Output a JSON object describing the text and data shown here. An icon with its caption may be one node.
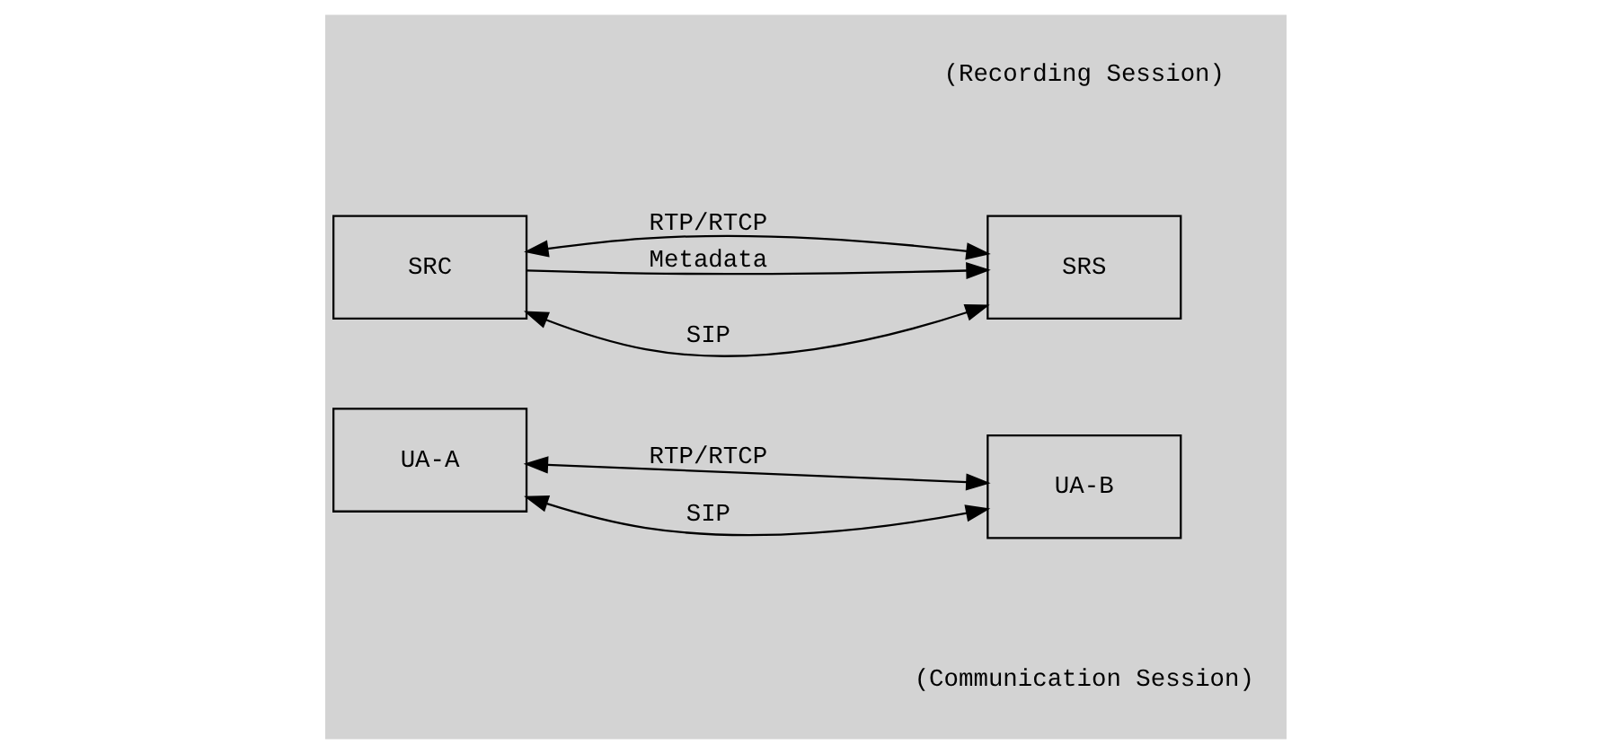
{
  "diagram": {
    "nodes": [
      {
        "text": [
          "SRS"
        ]
      },
      {
        "text": [
          "SRC"
        ]
      },
      {
        "text": [
          "UA-A"
        ]
      },
      {
        "text": [
          "UA-B"
        ]
      }
    ],
    "edges": [
      {
        "from": 1,
        "to": 0,
        "arrow": "both",
        "label": "SIP"
      },
      {
        "from": 1,
        "to": 0,
        "arrow": "both",
        "label": "RTP/RTCP"
      },
      {
        "from": 1,
        "to": 0,
        "arrow": "to",
        "label": "Metadata"
      },
      {
        "from": 2,
        "to": 3,
        "arrow": "both",
        "label": "SIP"
      },
      {
        "from": 2,
        "to": 3,
        "arrow": "both",
        "label": "RTP/RTCP"
      }
    ],
    "labels": [
      "(Recording Session)",
      "(Communication Session)"
    ]
  }
}
